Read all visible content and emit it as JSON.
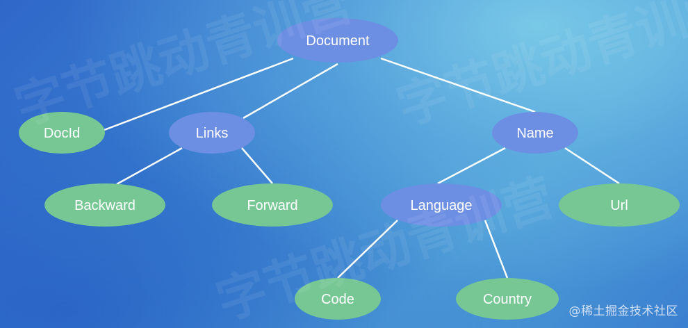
{
  "diagram": {
    "colors": {
      "background": "#3b7fd0",
      "edge": "#ffffff",
      "node_blue": "#6d8fe3",
      "node_green": "#76c794",
      "label": "#ffffff"
    },
    "nodes": [
      {
        "id": "document",
        "label": "Document",
        "kind": "blue"
      },
      {
        "id": "docid",
        "label": "DocId",
        "kind": "green"
      },
      {
        "id": "links",
        "label": "Links",
        "kind": "blue"
      },
      {
        "id": "name",
        "label": "Name",
        "kind": "blue"
      },
      {
        "id": "backward",
        "label": "Backward",
        "kind": "green"
      },
      {
        "id": "forward",
        "label": "Forward",
        "kind": "green"
      },
      {
        "id": "language",
        "label": "Language",
        "kind": "blue"
      },
      {
        "id": "url",
        "label": "Url",
        "kind": "green"
      },
      {
        "id": "code",
        "label": "Code",
        "kind": "green"
      },
      {
        "id": "country",
        "label": "Country",
        "kind": "green"
      }
    ],
    "edges": [
      {
        "from": "document",
        "to": "docid"
      },
      {
        "from": "document",
        "to": "links"
      },
      {
        "from": "document",
        "to": "name"
      },
      {
        "from": "links",
        "to": "backward"
      },
      {
        "from": "links",
        "to": "forward"
      },
      {
        "from": "name",
        "to": "language"
      },
      {
        "from": "name",
        "to": "url"
      },
      {
        "from": "language",
        "to": "code"
      },
      {
        "from": "language",
        "to": "country"
      }
    ]
  },
  "watermark": {
    "text": "@稀土掘金技术社区",
    "background_text": "字节跳动青训营"
  }
}
